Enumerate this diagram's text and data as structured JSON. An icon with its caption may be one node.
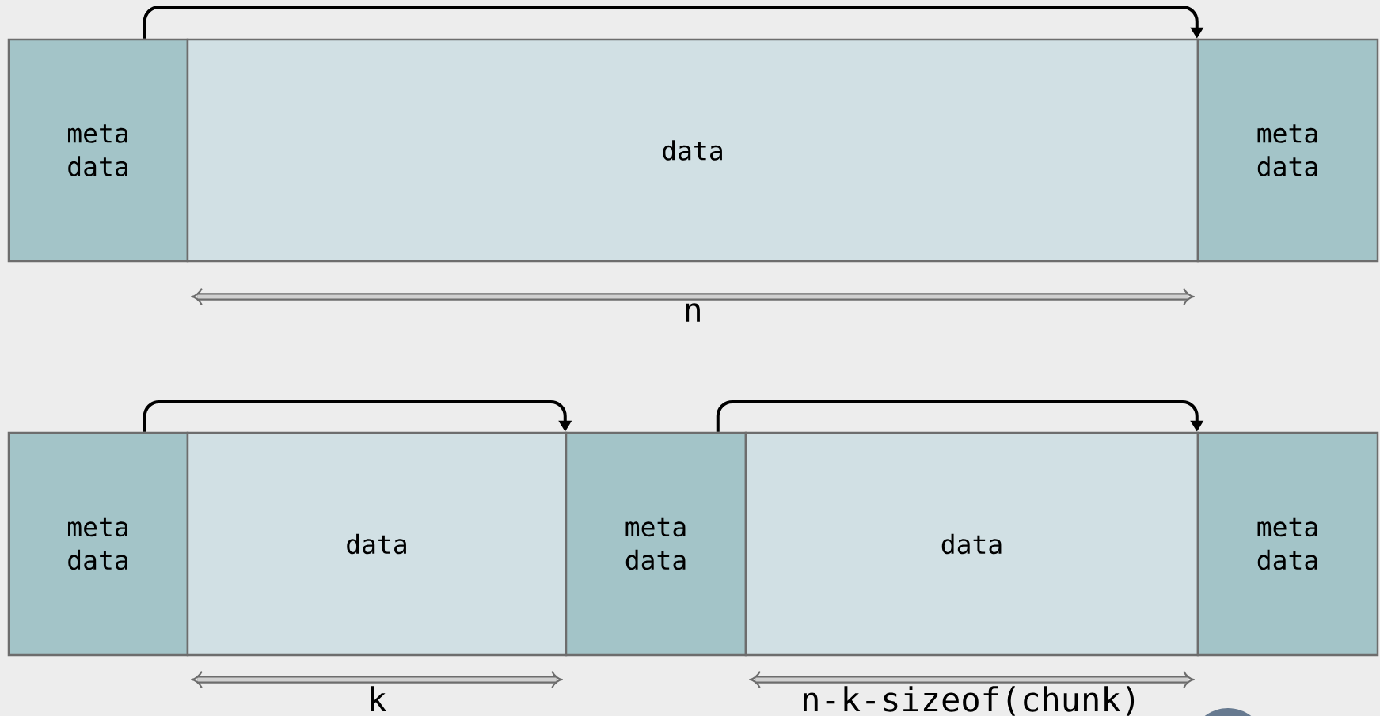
{
  "diagram": {
    "nodes": [
      {
        "text": [
          "meta data"
        ]
      },
      {
        "text": [
          "data"
        ]
      },
      {
        "text": [
          "meta data"
        ]
      },
      {
        "text": [
          "meta data"
        ]
      },
      {
        "text": [
          "data"
        ]
      },
      {
        "text": [
          "meta data"
        ]
      },
      {
        "text": [
          "data"
        ]
      },
      {
        "text": [
          "meta data"
        ]
      }
    ],
    "edges": [
      {
        "from": 0,
        "to": 2,
        "arrow": "to"
      },
      {
        "from": 3,
        "to": 5,
        "arrow": "to"
      },
      {
        "from": 5,
        "to": 7,
        "arrow": "to"
      }
    ],
    "labels": [
      "n",
      "k",
      "n-k-sizeof(chunk)"
    ]
  }
}
